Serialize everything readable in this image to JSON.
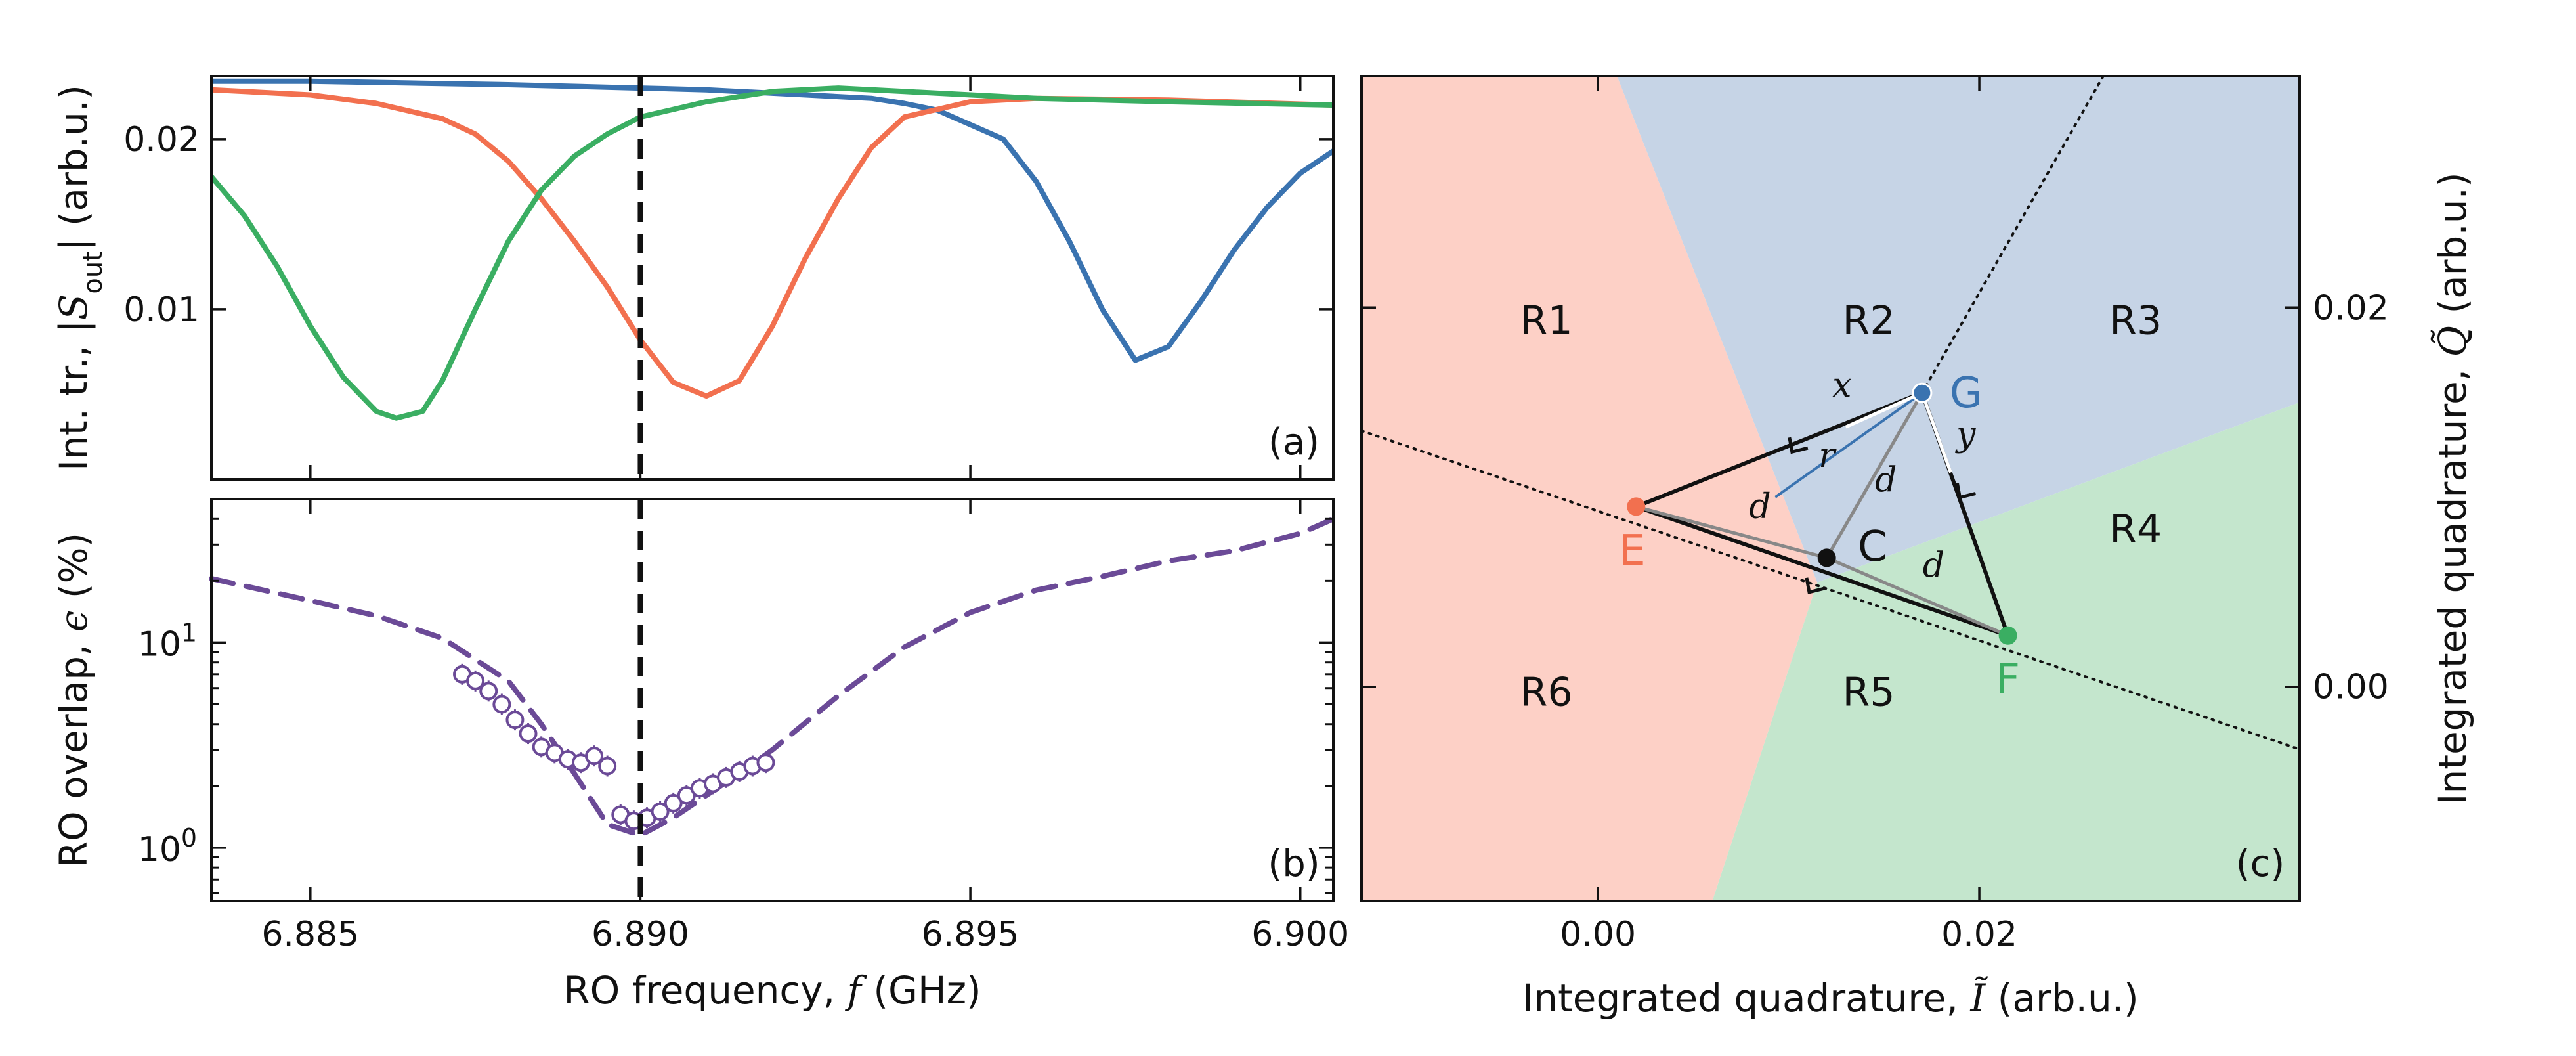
{
  "colors": {
    "blue": "#3a73b0",
    "orange": "#f2704f",
    "green": "#3aae62",
    "purple": "#6b4a97",
    "region_red": "#fdd0c6",
    "region_blue": "#c6d4e6",
    "region_green": "#c4e6cd"
  },
  "chart_data": [
    {
      "panel": "a",
      "type": "line",
      "panel_tag": "(a)",
      "xlim": [
        6.8835,
        6.9005
      ],
      "ylim": [
        0.0,
        0.0237
      ],
      "ylabel": "Int. tr., |S_out| (arb.u.)",
      "ylabel_parts": {
        "pre": "Int. tr., |",
        "var": "S",
        "sub": "out",
        "post": "| (arb.u.)"
      },
      "yticks": [
        {
          "value": 0.01,
          "label": "0.01"
        },
        {
          "value": 0.02,
          "label": "0.02"
        }
      ],
      "vline_x": 6.89,
      "series": [
        {
          "color_key": "blue",
          "x": [
            6.8835,
            6.885,
            6.8865,
            6.888,
            6.889,
            6.89,
            6.891,
            6.892,
            6.893,
            6.8935,
            6.894,
            6.8945,
            6.8955,
            6.896,
            6.8965,
            6.897,
            6.8975,
            6.898,
            6.8985,
            6.899,
            6.8995,
            6.9,
            6.9005
          ],
          "y": [
            0.0234,
            0.0234,
            0.0233,
            0.0232,
            0.0231,
            0.023,
            0.0229,
            0.0227,
            0.0225,
            0.0224,
            0.0221,
            0.0217,
            0.02,
            0.0175,
            0.014,
            0.01,
            0.007,
            0.0078,
            0.0105,
            0.0135,
            0.016,
            0.018,
            0.0193
          ]
        },
        {
          "color_key": "orange",
          "x": [
            6.8835,
            6.885,
            6.886,
            6.887,
            6.8875,
            6.888,
            6.8885,
            6.889,
            6.8895,
            6.89,
            6.8905,
            6.891,
            6.8915,
            6.892,
            6.8925,
            6.893,
            6.8935,
            6.894,
            6.895,
            6.896,
            6.898,
            6.9005
          ],
          "y": [
            0.0229,
            0.0226,
            0.0221,
            0.0212,
            0.0203,
            0.0187,
            0.0165,
            0.014,
            0.0113,
            0.0082,
            0.0057,
            0.0049,
            0.0058,
            0.009,
            0.013,
            0.0165,
            0.0195,
            0.0213,
            0.0222,
            0.0224,
            0.0223,
            0.022
          ]
        },
        {
          "color_key": "green",
          "x": [
            6.8835,
            6.884,
            6.8845,
            6.885,
            6.8855,
            6.886,
            6.8863,
            6.8867,
            6.887,
            6.8875,
            6.888,
            6.8885,
            6.889,
            6.8895,
            6.89,
            6.891,
            6.892,
            6.893,
            6.894,
            6.896,
            6.898,
            6.9005
          ],
          "y": [
            0.0178,
            0.0155,
            0.0125,
            0.009,
            0.006,
            0.004,
            0.0036,
            0.004,
            0.0058,
            0.01,
            0.014,
            0.017,
            0.019,
            0.0203,
            0.0213,
            0.0222,
            0.0228,
            0.023,
            0.0228,
            0.0224,
            0.0222,
            0.022
          ]
        }
      ]
    },
    {
      "panel": "b",
      "type": "line",
      "panel_tag": "(b)",
      "xlim": [
        6.8835,
        6.9005
      ],
      "yscale": "log",
      "ylim": [
        0.55,
        50
      ],
      "xlabel": "RO frequency, f (GHz)",
      "xlabel_parts": {
        "pre": "RO frequency, ",
        "var": "f",
        "post": " (GHz)"
      },
      "ylabel": "RO overlap, ϵ (%)",
      "ylabel_parts": {
        "pre": "RO overlap, ",
        "var": "ϵ",
        "post": " (%)"
      },
      "xticks": [
        {
          "value": 6.885,
          "label": "6.885"
        },
        {
          "value": 6.89,
          "label": "6.890"
        },
        {
          "value": 6.895,
          "label": "6.895"
        },
        {
          "value": 6.9,
          "label": "6.900"
        }
      ],
      "yticks": [
        {
          "value": 1,
          "label": "10",
          "sup": "0"
        },
        {
          "value": 10,
          "label": "10",
          "sup": "1"
        }
      ],
      "vline_x": 6.89,
      "series": [
        {
          "color_key": "purple",
          "style": "dashed",
          "x": [
            6.8835,
            6.885,
            6.886,
            6.887,
            6.888,
            6.8885,
            6.889,
            6.8895,
            6.89,
            6.8905,
            6.891,
            6.8915,
            6.892,
            6.893,
            6.894,
            6.895,
            6.896,
            6.897,
            6.898,
            6.899,
            6.9,
            6.9005
          ],
          "y": [
            20.5,
            16.0,
            13.5,
            10.5,
            6.5,
            4.0,
            2.3,
            1.3,
            1.15,
            1.4,
            1.8,
            2.3,
            3.0,
            5.5,
            9.5,
            14.0,
            18.0,
            21.0,
            25.0,
            28.0,
            34.0,
            40.0
          ]
        },
        {
          "color_key": "purple",
          "style": "markers",
          "x": [
            6.8873,
            6.8875,
            6.8877,
            6.8879,
            6.8881,
            6.8883,
            6.8885,
            6.8887,
            6.8889,
            6.8891,
            6.8893,
            6.8895,
            6.8897,
            6.8899,
            6.8901,
            6.8903,
            6.8905,
            6.8907,
            6.8909,
            6.8911,
            6.8913,
            6.8915,
            6.8917,
            6.8919
          ],
          "y": [
            7.0,
            6.5,
            5.8,
            5.0,
            4.2,
            3.6,
            3.1,
            2.9,
            2.7,
            2.6,
            2.8,
            2.5,
            1.45,
            1.35,
            1.4,
            1.5,
            1.65,
            1.8,
            1.95,
            2.05,
            2.2,
            2.35,
            2.5,
            2.6
          ]
        }
      ]
    },
    {
      "panel": "c",
      "type": "scatter",
      "panel_tag": "(c)",
      "xlim": [
        -0.0124,
        0.0368
      ],
      "ylim": [
        -0.0113,
        0.0322
      ],
      "xlabel": "Integrated quadrature, Ĩ (arb.u.)",
      "xlabel_parts": {
        "pre": "Integrated quadrature, ",
        "var": "Ĩ",
        "post": " (arb.u.)"
      },
      "ylabel": "Integrated quadrature, Q̃ (arb.u.)",
      "ylabel_parts": {
        "pre": "Integrated quadrature, ",
        "var": "Q̃",
        "post": " (arb.u.)"
      },
      "xticks": [
        {
          "value": 0.0,
          "label": "0.00"
        },
        {
          "value": 0.02,
          "label": "0.02"
        }
      ],
      "yticks": [
        {
          "value": 0.0,
          "label": "0.00"
        },
        {
          "value": 0.02,
          "label": "0.02"
        }
      ],
      "regions": [
        {
          "color_key": "region_red",
          "polygon": [
            [
              -0.0124,
              0.0322
            ],
            [
              0.001,
              0.0322
            ],
            [
              0.0115,
              0.0055
            ],
            [
              0.006,
              -0.0113
            ],
            [
              -0.0124,
              -0.0113
            ]
          ]
        },
        {
          "color_key": "region_blue",
          "polygon": [
            [
              0.001,
              0.0322
            ],
            [
              0.0368,
              0.0322
            ],
            [
              0.0368,
              0.015
            ],
            [
              0.0115,
              0.0055
            ]
          ]
        },
        {
          "color_key": "region_green",
          "polygon": [
            [
              0.0115,
              0.0055
            ],
            [
              0.0368,
              0.015
            ],
            [
              0.0368,
              -0.0113
            ],
            [
              0.006,
              -0.0113
            ]
          ]
        }
      ],
      "region_labels": [
        {
          "label": "R1",
          "x": -0.0027,
          "y": 0.0193
        },
        {
          "label": "R2",
          "x": 0.0142,
          "y": 0.0193
        },
        {
          "label": "R3",
          "x": 0.0282,
          "y": 0.0193
        },
        {
          "label": "R4",
          "x": 0.0282,
          "y": 0.0083
        },
        {
          "label": "R5",
          "x": 0.0142,
          "y": -0.0003
        },
        {
          "label": "R6",
          "x": -0.0027,
          "y": -0.0003
        }
      ],
      "points": [
        {
          "name": "E",
          "x": 0.002,
          "y": 0.0095,
          "color_key": "orange",
          "label_dx": -0.0002,
          "label_dy": -0.0023
        },
        {
          "name": "G",
          "x": 0.017,
          "y": 0.0155,
          "color_key": "blue",
          "label_dx": 0.0023,
          "label_dy": 0.0
        },
        {
          "name": "F",
          "x": 0.0215,
          "y": 0.0027,
          "color_key": "green",
          "label_dx": 0.0,
          "label_dy": -0.0023
        },
        {
          "name": "C",
          "x": 0.012,
          "y": 0.0068,
          "color_key": "black",
          "label_dx": 0.0024,
          "label_dy": 0.0006
        }
      ],
      "dotted_lines": [
        {
          "from": [
            -0.0124,
            0.0135
          ],
          "to": [
            0.0368,
            -0.0033
          ]
        },
        {
          "from": [
            0.017,
            0.0155
          ],
          "to": [
            0.0265,
            0.0322
          ]
        }
      ],
      "segment_labels": [
        {
          "text": "x",
          "x": 0.0128,
          "y": 0.0153
        },
        {
          "text": "y",
          "x": 0.0193,
          "y": 0.0127
        },
        {
          "text": "r",
          "x": 0.012,
          "y": 0.0116
        },
        {
          "text": "d",
          "x": 0.0151,
          "y": 0.0103
        },
        {
          "text": "d",
          "x": 0.0085,
          "y": 0.0089
        },
        {
          "text": "d",
          "x": 0.0176,
          "y": 0.0058
        }
      ]
    }
  ]
}
